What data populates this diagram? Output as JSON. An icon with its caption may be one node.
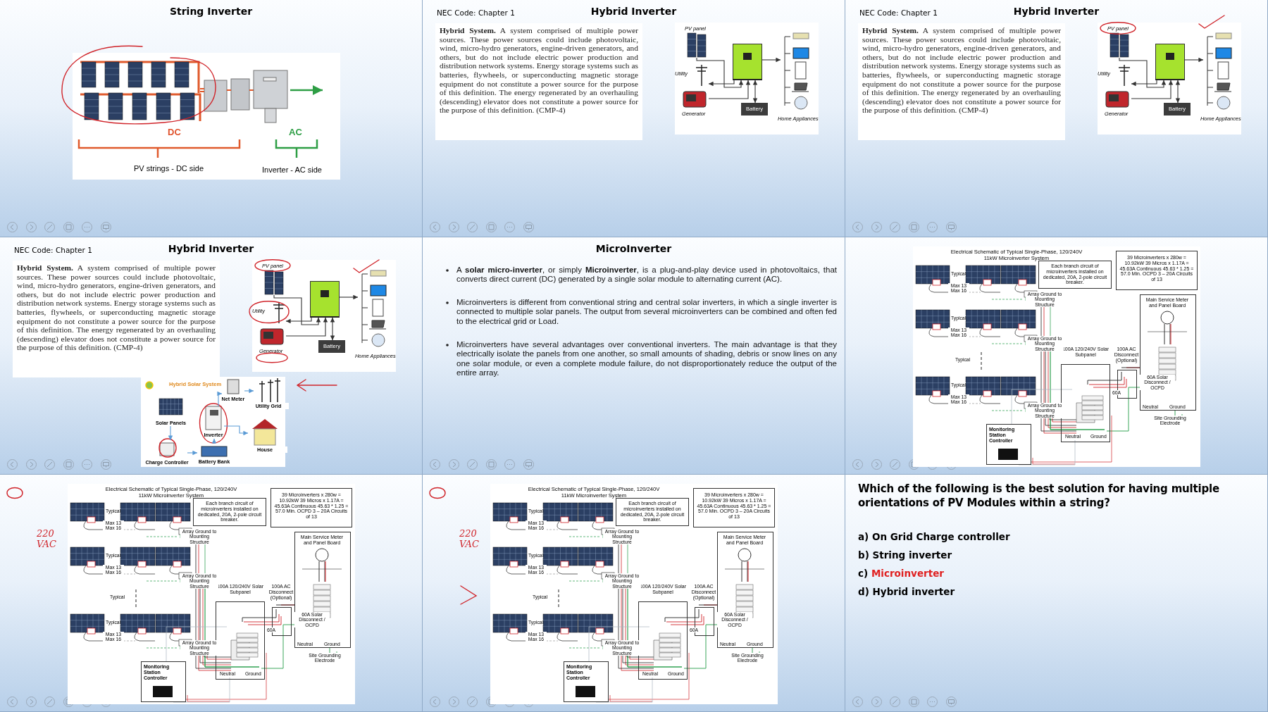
{
  "diagram": {
    "nodes": [
      {
        "text": [
          "String Inverter"
        ]
      },
      {
        "text": [],
        "shape": "picture",
        "in": 0
      },
      {
        "text": [
          "Hybrid Inverter"
        ]
      },
      {
        "text": [
          "NEC Code: Chapter 1",
          "**Hybrid System.** A system comprised of multiple power sources. These power sources could include photovoltaic, wind, micro-hydro generators, engine-driven generators, and others, but do not include electric power production and distribution network systems. Energy storage systems such as batteries, flywheels, or superconducting magnetic storage equipment do not constitute a power source for the purpose of this definition. The energy regenerated by an overhauling (descending) elevator does not constitute a power source for the purpose of this definition. (CMP-4)"
        ],
        "in": 2
      },
      {
        "text": [
          "PV panel"
        ],
        "in": 2
      },
      {
        "text": [],
        "shape": "picture",
        "in": 2
      },
      {
        "text": [
          "Utility"
        ],
        "in": 2
      },
      {
        "text": [
          "Generator"
        ],
        "in": 2
      },
      {
        "text": [
          "Battery"
        ],
        "in": 2
      },
      {
        "text": [
          "Home Appliances"
        ],
        "in": 2
      },
      {
        "text": [
          "Hybrid Inverter"
        ]
      },
      {
        "text": [
          "NEC Code: Chapter 1",
          "**Hybrid System.** A system comprised of multiple power sources. These power sources could include photovoltaic, wind, micro-hydro generators, engine-driven generators, and others, but do not include electric power production and distribution network systems. Energy storage systems such as batteries, flywheels, or superconducting magnetic storage equipment do not constitute a power source for the purpose of this definition. The energy regenerated by an overhauling (descending) elevator does not constitute a power source for the purpose of this definition. (CMP-4)"
        ],
        "in": 10
      },
      {
        "text": [
          "PV panel"
        ],
        "in": 10
      },
      {
        "text": [],
        "shape": "picture",
        "in": 10
      },
      {
        "text": [
          "Utility"
        ],
        "in": 10
      },
      {
        "text": [
          "Generator"
        ],
        "in": 10
      },
      {
        "text": [
          "Battery"
        ],
        "in": 10
      },
      {
        "text": [
          "Home Appliances"
        ],
        "in": 10
      },
      {
        "text": [
          "Hybrid Inverter"
        ]
      },
      {
        "text": [
          "NEC Code: Chapter 1",
          "**Hybrid System.** A system comprised of multiple power sources. These power sources could include photovoltaic, wind, micro-hydro generators, engine-driven generators, and others, but do not include electric power production and distribution network systems. Energy storage systems such as batteries, flywheels, or superconducting magnetic storage equipment do not constitute a power source for the purpose of this definition. The energy regenerated by an overhauling (descending) elevator does not constitute a power source for the purpose of this definition. (CMP-4)"
        ],
        "in": 18
      },
      {
        "text": [
          "PV panel"
        ],
        "in": 18
      },
      {
        "text": [],
        "shape": "picture",
        "in": 18
      },
      {
        "text": [
          "Utility"
        ],
        "in": 18
      },
      {
        "text": [
          "Generator"
        ],
        "in": 18
      },
      {
        "text": [
          "Battery"
        ],
        "in": 18
      },
      {
        "text": [
          "Home Appliances"
        ],
        "in": 18
      },
      {
        "text": [
          "Hybrid Solar System"
        ],
        "in": 18
      },
      {
        "text": [
          "Solar Panels"
        ],
        "in": 26
      },
      {
        "text": [
          "Charge Controller"
        ],
        "in": 26
      },
      {
        "text": [
          "Battery Bank"
        ],
        "in": 26
      },
      {
        "text": [
          "Inverter"
        ],
        "in": 26
      },
      {
        "text": [
          "Net Meter"
        ],
        "in": 26
      },
      {
        "text": [
          "Utility Grid"
        ],
        "in": 26
      },
      {
        "text": [
          "House"
        ],
        "in": 26
      },
      {
        "text": [
          "MicroInverter",
          "A **solar micro-inverter**, or simply **Microinverter**, is a plug-and-play device used in photovoltaics, that converts direct current (DC) generated by a single solar module to alternating current (AC).",
          "Microinverters is different from conventional string and central solar inverters, in which a single inverter is connected to multiple solar panels. The output from several microinverters can be combined and often fed to the electrical grid or Load.",
          "Microinverters have several advantages over conventional inverters. The main advantage is that they electrically isolate the panels from one another, so small amounts of shading, debris or snow lines on any one solar module, or even a complete module failure, do not disproportionately reduce the output of the entire array."
        ]
      },
      {
        "text": [],
        "shape": "box"
      },
      {
        "text": [
          "Electrical Schematic of Typical Single-Phase, 120/240V 11kW Microinverter System"
        ],
        "in": 35
      },
      {
        "text": [
          "Each branch circuit of microinverters installed on dedicated, 20A, 2-pole circuit breaker."
        ],
        "in": 36
      },
      {
        "text": [
          "39 Microinverters x 280w = 10.92kW 39 Micros x 1.17A = 45.63A Continuous 45.63 * 1.25 = 57.0 Min. OCPD 3 – 20A Circuits of 13"
        ],
        "in": 36
      },
      {
        "text": [
          "Main Service Meter and Panel Board"
        ],
        "in": 36
      },
      {
        "text": [
          "100A 120/240V Solar Subpanel"
        ],
        "in": 36
      },
      {
        "text": [
          "100A AC Disconnect (Optional)"
        ],
        "in": 36
      },
      {
        "text": [
          "Monitoring Station Controller"
        ],
        "in": 36
      },
      {
        "text": [],
        "shape": "box"
      },
      {
        "text": [
          "Electrical Schematic of Typical Single-Phase, 120/240V 11kW Microinverter System"
        ],
        "in": 43
      },
      {
        "text": [
          "Each branch circuit of microinverters installed on dedicated, 20A, 2-pole circuit breaker."
        ],
        "in": 44
      },
      {
        "text": [
          "39 Microinverters x 280w = 10.92kW 39 Micros x 1.17A = 45.63A Continuous 45.63 * 1.25 = 57.0 Min. OCPD 3 – 20A Circuits of 13"
        ],
        "in": 44
      },
      {
        "text": [
          "Main Service Meter and Panel Board"
        ],
        "in": 44
      },
      {
        "text": [
          "100A 120/240V Solar Subpanel"
        ],
        "in": 44
      },
      {
        "text": [
          "100A AC Disconnect (Optional)"
        ],
        "in": 44
      },
      {
        "text": [
          "Monitoring Station Controller"
        ],
        "in": 44
      },
      {
        "text": [],
        "shape": "box"
      },
      {
        "text": [
          "Electrical Schematic of Typical Single-Phase, 120/240V 11kW Microinverter System"
        ],
        "in": 51
      },
      {
        "text": [
          "Each branch circuit of microinverters installed on dedicated, 20A, 2-pole circuit breaker."
        ],
        "in": 52
      },
      {
        "text": [
          "39 Microinverters x 280w = 10.92kW 39 Micros x 1.17A = 45.63A Continuous 45.63 * 1.25 = 57.0 Min. OCPD 3 – 20A Circuits of 13"
        ],
        "in": 52
      },
      {
        "text": [
          "Main Service Meter and Panel Board"
        ],
        "in": 52
      },
      {
        "text": [
          "100A 120/240V Solar Subpanel"
        ],
        "in": 52
      },
      {
        "text": [
          "100A AC Disconnect (Optional)"
        ],
        "in": 52
      },
      {
        "text": [
          "Monitoring Station Controller"
        ],
        "in": 52
      },
      {
        "text": [
          "Which of the following is the best solution for having multiple orientations of PV Modules within a string?",
          "a) On Grid Charge controller",
          "b) String inverter",
          "c) **Microinverter**",
          "d) Hybrid inverter"
        ]
      }
    ],
    "edges": [
      {
        "from": 1,
        "to": null,
        "arrow": "to",
        "color": "#2e9e45"
      },
      {
        "from": 4,
        "to": 5,
        "arrow": "to"
      },
      {
        "from": 7,
        "to": 5,
        "arrow": "to"
      },
      {
        "from": 5,
        "to": 6,
        "arrow": "to"
      },
      {
        "from": 5,
        "to": 8,
        "arrow": "both"
      },
      {
        "from": 5,
        "to": 9,
        "arrow": "to"
      },
      {
        "from": 12,
        "to": 13,
        "arrow": "to"
      },
      {
        "from": 15,
        "to": 13,
        "arrow": "to"
      },
      {
        "from": 13,
        "to": 14,
        "arrow": "to"
      },
      {
        "from": 13,
        "to": 16,
        "arrow": "both"
      },
      {
        "from": 13,
        "to": 17,
        "arrow": "to"
      },
      {
        "from": 20,
        "to": 21,
        "arrow": "to"
      },
      {
        "from": 23,
        "to": 21,
        "arrow": "to"
      },
      {
        "from": 21,
        "to": 22,
        "arrow": "to"
      },
      {
        "from": 21,
        "to": 24,
        "arrow": "both"
      },
      {
        "from": 21,
        "to": 25,
        "arrow": "to"
      },
      {
        "from": 27,
        "to": 28,
        "arrow": "to",
        "color": "#5b9bd5"
      },
      {
        "from": 28,
        "to": 29,
        "arrow": "to",
        "color": "#5b9bd5"
      },
      {
        "from": 29,
        "to": 30,
        "arrow": "to",
        "color": "#5b9bd5"
      },
      {
        "from": 30,
        "to": 31,
        "arrow": "to",
        "color": "#5b9bd5"
      },
      {
        "from": 31,
        "to": 32,
        "arrow": "to",
        "color": "#5b9bd5"
      },
      {
        "from": 30,
        "to": 33,
        "arrow": "to",
        "color": "#5b9bd5"
      }
    ],
    "labels": [
      "DC",
      "AC",
      "PV strings - DC side",
      "Inverter - AC side",
      "Typical",
      "Max 13 Max 16",
      "Array Ground to Mounting Structure",
      "Typical",
      "Max 13 Max 16",
      "Array Ground to Mounting Structure",
      "Typical",
      "Typical",
      "Max 13 Max 16",
      "Array Ground to Mounting Structure",
      "60A",
      "60A Solar Disconnect / OCPD",
      "Neutral",
      "Ground",
      "Site Grounding Electrode",
      "Neutral",
      "Ground",
      "Typical",
      "Max 13 Max 16",
      "Array Ground to Mounting Structure",
      "Typical",
      "Max 13 Max 16",
      "Array Ground to Mounting Structure",
      "Typical",
      "Typical",
      "Max 13 Max 16",
      "Array Ground to Mounting Structure",
      "60A",
      "60A Solar Disconnect / OCPD",
      "Neutral",
      "Ground",
      "Site Grounding Electrode",
      "Neutral",
      "Ground",
      "Typical",
      "Max 13 Max 16",
      "Array Ground to Mounting Structure",
      "Typical",
      "Max 13 Max 16",
      "Array Ground to Mounting Structure",
      "Typical",
      "Typical",
      "Max 13 Max 16",
      "Array Ground to Mounting Structure",
      "60A",
      "60A Solar Disconnect / OCPD",
      "Neutral",
      "Ground",
      "Site Grounding Electrode",
      "Neutral",
      "Ground",
      "220 VAC",
      "220 VAC"
    ]
  }
}
